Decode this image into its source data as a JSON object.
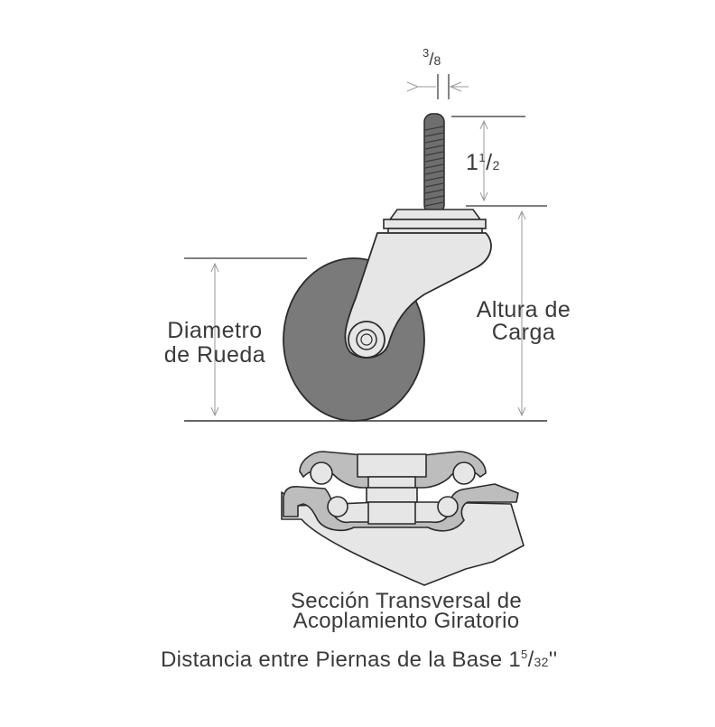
{
  "dimensions": {
    "stem_width": {
      "numerator": "3",
      "slash": "/",
      "denominator": "8"
    },
    "stem_length": {
      "whole": "1",
      "numerator": "1",
      "slash": "/",
      "denominator": "2"
    }
  },
  "labels": {
    "wheel_diameter_line1": "Diametro",
    "wheel_diameter_line2": "de Rueda",
    "load_height_line1": "Altura de",
    "load_height_line2": "Carga",
    "section_line1": "Sección Transversal de",
    "section_line2": "Acoplamiento Giratorio",
    "leg_distance_text": "Distancia entre Piernas de la Base 1",
    "leg_distance_num": "5",
    "leg_distance_slash": "/",
    "leg_distance_den": "32",
    "leg_distance_unit": "''"
  },
  "colors": {
    "wheel": "#7a7a7a",
    "metal": "#e6e6e6",
    "stroke": "#2b2b2b",
    "dim_line": "#999999",
    "stem": "#6e6e6e"
  }
}
